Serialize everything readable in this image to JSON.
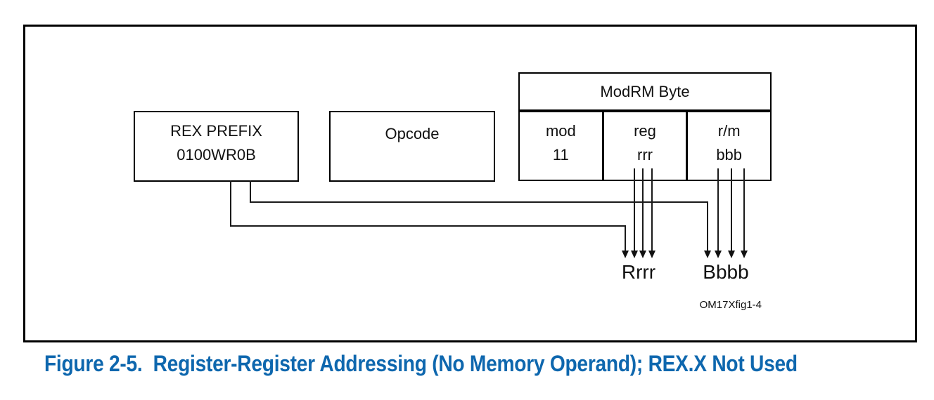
{
  "figure": {
    "caption": "Figure 2-5.  Register-Register Addressing (No Memory Operand); REX.X Not Used",
    "watermark": "OM17Xfig1-4",
    "colors": {
      "caption_blue": "#0e67ae",
      "line_black": "#1a1a1a",
      "background": "#ffffff"
    }
  },
  "diagram": {
    "rex_box": {
      "title": "REX PREFIX",
      "bits": "0100WR0B"
    },
    "opcode_box": {
      "title": "Opcode"
    },
    "modrm": {
      "title": "ModRM Byte",
      "fields": [
        {
          "name": "mod",
          "value": "11"
        },
        {
          "name": "reg",
          "value": "rrr"
        },
        {
          "name": "r/m",
          "value": "bbb"
        }
      ]
    },
    "outputs": [
      {
        "label": "Rrrr"
      },
      {
        "label": "Bbbb"
      }
    ]
  }
}
